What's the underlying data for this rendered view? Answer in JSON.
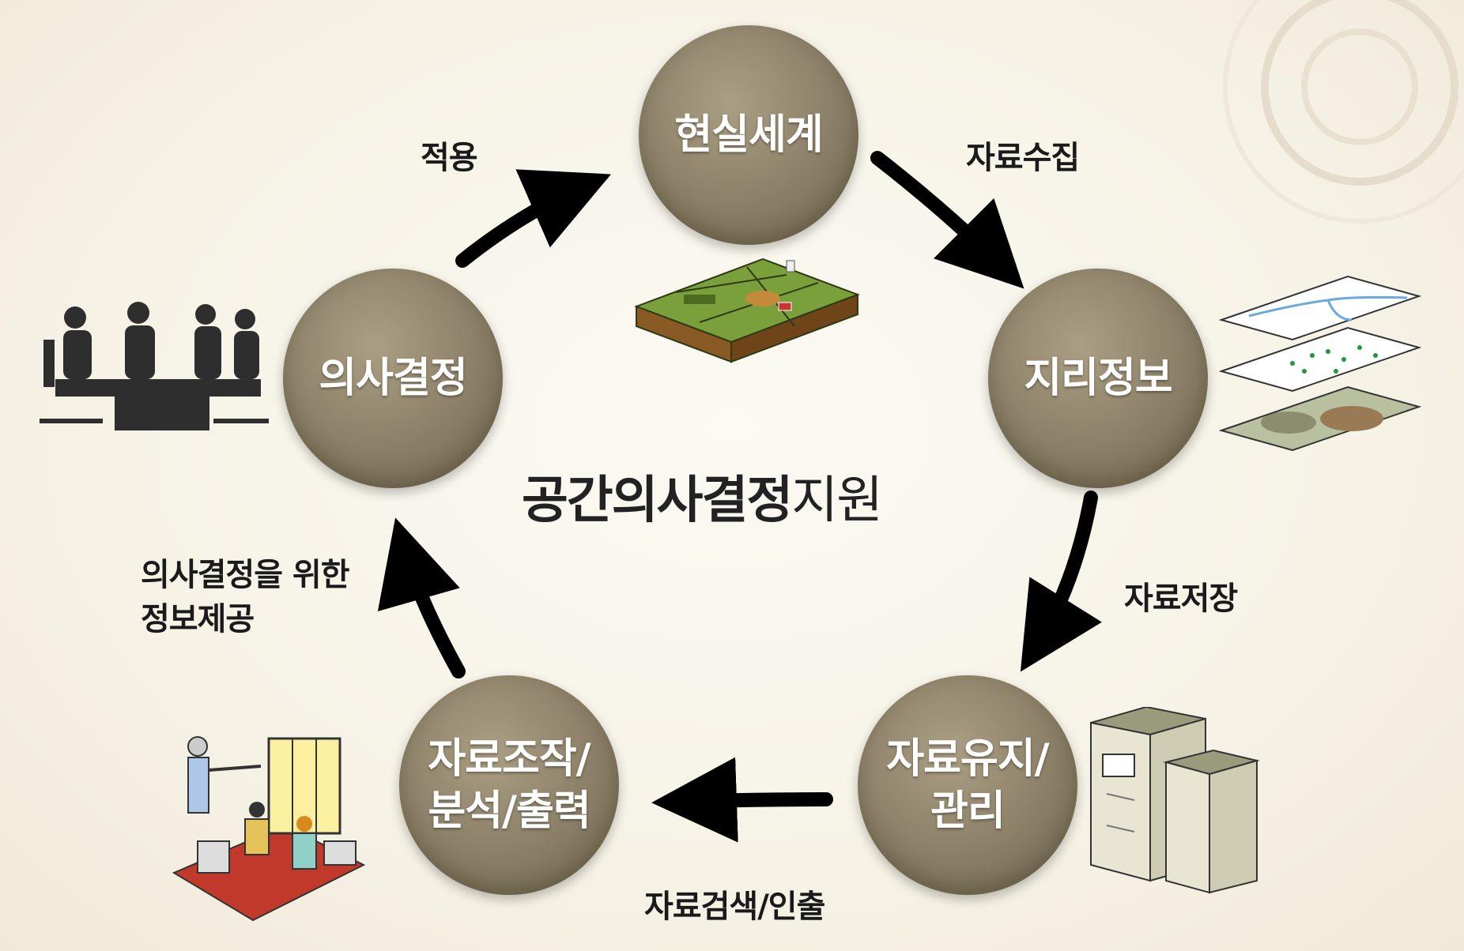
{
  "nodes": {
    "real_world": "현실세계",
    "geo_info": "지리정보",
    "data_maintain": "자료유지/\n관리",
    "data_manipulate": "자료조작/\n분석/출력",
    "decision": "의사결정"
  },
  "edges": {
    "collect": "자료수집",
    "store": "자료저장",
    "search": "자료검색/인출",
    "provide": "의사결정을 위한\n정보제공",
    "apply": "적용"
  },
  "center": {
    "bold": "공간의사결정",
    "normal": "지원"
  },
  "icons": {
    "real_world": "terrain-block-icon",
    "geo_info": "map-layers-icon",
    "data_maintain": "server-cabinet-icon",
    "data_manipulate": "analysts-at-computers-icon",
    "decision": "meeting-silhouette-icon"
  }
}
